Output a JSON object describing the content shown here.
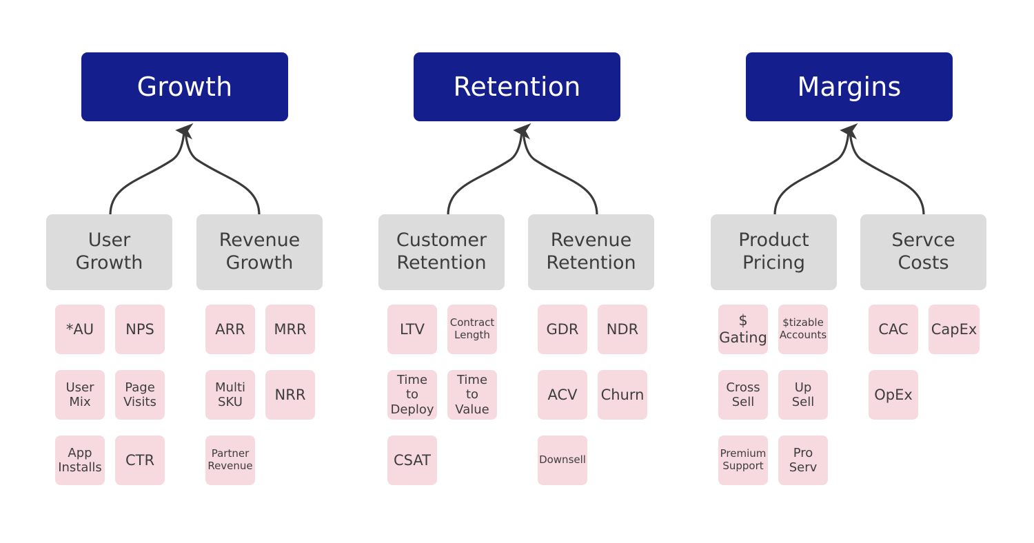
{
  "diagram": {
    "title_color": "#141E8C",
    "mid_color": "#DCDCDC",
    "leaf_color": "#F7D9E0",
    "connector_color": "#3a3a3a",
    "pillars": [
      {
        "id": "growth",
        "title": "Growth",
        "branches": [
          {
            "id": "user-growth",
            "label": "User\nGrowth",
            "label_line1": "User",
            "label_line2": "Growth",
            "metrics": [
              {
                "label": "*AU",
                "size": "lg"
              },
              {
                "label": "NPS",
                "size": "lg"
              },
              {
                "label": "User Mix",
                "line1": "User",
                "line2": "Mix",
                "size": "md"
              },
              {
                "label": "Page Visits",
                "line1": "Page",
                "line2": "Visits",
                "size": "md"
              },
              {
                "label": "App Installs",
                "line1": "App",
                "line2": "Installs",
                "size": "md"
              },
              {
                "label": "CTR",
                "size": "lg"
              }
            ]
          },
          {
            "id": "revenue-growth",
            "label": "Revenue\nGrowth",
            "label_line1": "Revenue",
            "label_line2": "Growth",
            "metrics": [
              {
                "label": "ARR",
                "size": "lg"
              },
              {
                "label": "MRR",
                "size": "lg"
              },
              {
                "label": "Multi SKU",
                "line1": "Multi",
                "line2": "SKU",
                "size": "md"
              },
              {
                "label": "NRR",
                "size": "lg"
              },
              {
                "label": "Partner Revenue",
                "line1": "Partner",
                "line2": "Revenue",
                "size": "sm"
              }
            ]
          }
        ]
      },
      {
        "id": "retention",
        "title": "Retention",
        "branches": [
          {
            "id": "customer-retention",
            "label": "Customer\nRetention",
            "label_line1": "Customer",
            "label_line2": "Retention",
            "metrics": [
              {
                "label": "LTV",
                "size": "lg"
              },
              {
                "label": "Contract Length",
                "line1": "Contract",
                "line2": "Length",
                "size": "sm"
              },
              {
                "label": "Time to Deploy",
                "line1": "Time to",
                "line2": "Deploy",
                "size": "md"
              },
              {
                "label": "Time to Value",
                "line1": "Time to",
                "line2": "Value",
                "size": "md"
              },
              {
                "label": "CSAT",
                "size": "lg"
              }
            ]
          },
          {
            "id": "revenue-retention",
            "label": "Revenue\nRetention",
            "label_line1": "Revenue",
            "label_line2": "Retention",
            "metrics": [
              {
                "label": "GDR",
                "size": "lg"
              },
              {
                "label": "NDR",
                "size": "lg"
              },
              {
                "label": "ACV",
                "size": "lg"
              },
              {
                "label": "Churn",
                "size": "lg"
              },
              {
                "label": "Downsell",
                "size": "sm"
              }
            ]
          }
        ]
      },
      {
        "id": "margins",
        "title": "Margins",
        "branches": [
          {
            "id": "product-pricing",
            "label": "Product\nPricing",
            "label_line1": "Product",
            "label_line2": "Pricing",
            "metrics": [
              {
                "label": "$ Gating",
                "line1": "$",
                "line2": "Gating",
                "size": "lg"
              },
              {
                "label": "$tizable Accounts",
                "line1": "$tizable",
                "line2": "Accounts",
                "size": "sm"
              },
              {
                "label": "Cross Sell",
                "line1": "Cross",
                "line2": "Sell",
                "size": "md"
              },
              {
                "label": "Up Sell",
                "line1": "Up",
                "line2": "Sell",
                "size": "md"
              },
              {
                "label": "Premium Support",
                "line1": "Premium",
                "line2": "Support",
                "size": "sm"
              },
              {
                "label": "Pro Serv",
                "line1": "Pro",
                "line2": "Serv",
                "size": "md"
              }
            ]
          },
          {
            "id": "service-costs",
            "label": "Servce\nCosts",
            "label_line1": "Servce",
            "label_line2": "Costs",
            "metrics": [
              {
                "label": "CAC",
                "size": "lg"
              },
              {
                "label": "CapEx",
                "size": "lg"
              },
              {
                "label": "OpEx",
                "size": "lg"
              }
            ]
          }
        ]
      }
    ]
  }
}
